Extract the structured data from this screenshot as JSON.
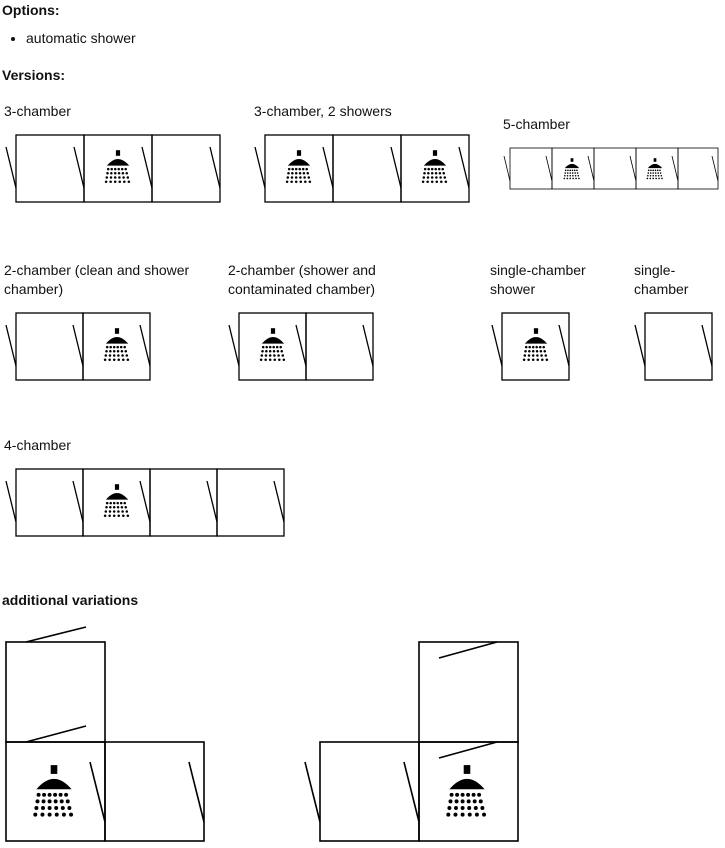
{
  "options": {
    "heading": "Options:",
    "items": [
      "automatic shower"
    ]
  },
  "versions": {
    "heading": "Versions:",
    "items": [
      {
        "label": "3-chamber",
        "showers": [
          2
        ]
      },
      {
        "label": "3-chamber, 2 showers",
        "showers": [
          1,
          3
        ]
      },
      {
        "label": "5-chamber",
        "showers": [
          2,
          4
        ]
      },
      {
        "label": "2-chamber (clean and shower chamber)",
        "showers": [
          2
        ]
      },
      {
        "label": "2-chamber (shower and contaminated chamber)",
        "showers": [
          1
        ]
      },
      {
        "label": "single-chamber shower",
        "showers": [
          1
        ]
      },
      {
        "label": "single-chamber",
        "showers": []
      },
      {
        "label": "4-chamber",
        "showers": [
          2
        ]
      }
    ]
  },
  "additional": {
    "heading": "additional variations"
  }
}
